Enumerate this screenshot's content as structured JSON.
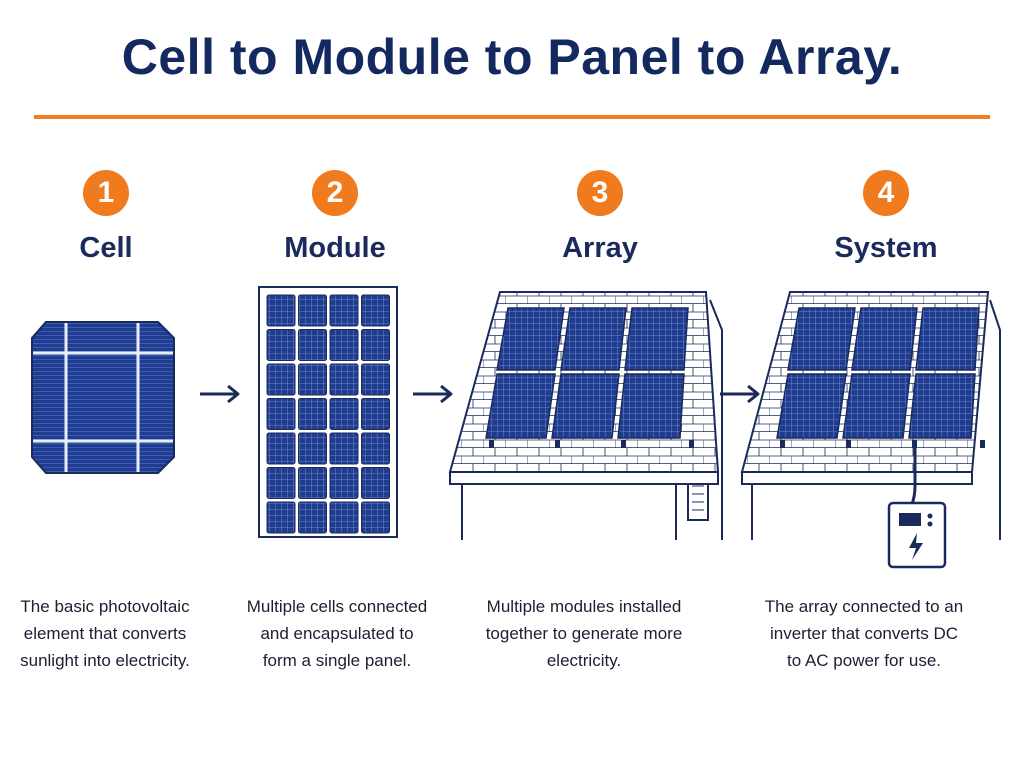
{
  "title": "Cell to Module to Panel to Array.",
  "colors": {
    "accent": "#ef7d22",
    "title": "#13295f",
    "solar_blue": "#1f3c8f",
    "line": "#1b2a5c"
  },
  "steps": [
    {
      "number": "1",
      "label": "Cell",
      "description": [
        "The basic photovoltaic",
        "element that converts",
        "sunlight into electricity."
      ]
    },
    {
      "number": "2",
      "label": "Module",
      "description": [
        "Multiple cells connected",
        "and encapsulated to",
        "form a single panel."
      ]
    },
    {
      "number": "3",
      "label": "Array",
      "description": [
        "Multiple modules installed",
        "together to generate more",
        "electricity."
      ]
    },
    {
      "number": "4",
      "label": "System",
      "description": [
        "The array connected to an",
        "inverter that converts DC",
        "to AC power for use."
      ]
    }
  ],
  "icons": [
    "solar-cell-icon",
    "solar-module-icon",
    "roof-array-icon",
    "roof-system-icon",
    "inverter-icon",
    "lightning-icon",
    "arrow-right-icon"
  ]
}
